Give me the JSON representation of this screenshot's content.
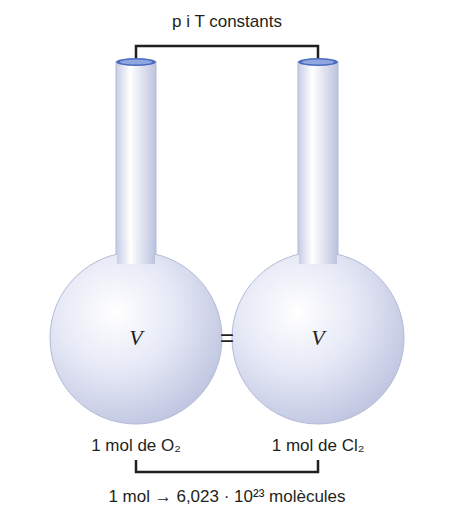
{
  "diagram": {
    "nodes": [
      {
        "text": [
          "V",
          "1 mol de O₂"
        ]
      },
      {
        "text": [
          "V",
          "1 mol de Cl₂"
        ]
      }
    ],
    "labels": [
      "p i T constants",
      "=",
      "1 mol → 6,023 · 10²³ molècules"
    ]
  }
}
